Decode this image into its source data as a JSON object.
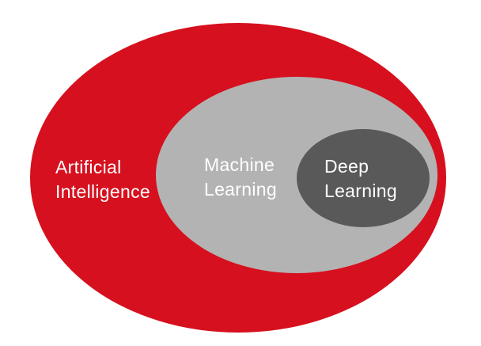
{
  "diagram": {
    "type": "nested-euler",
    "background_color": "#ffffff",
    "text_color": "#ffffff",
    "sets": {
      "ai": {
        "name": "Artificial Intelligence",
        "line1": "Artificial",
        "line2": "Intelligence",
        "color": "#d6101e",
        "contains": "ml"
      },
      "ml": {
        "name": "Machine Learning",
        "line1": "Machine",
        "line2": "Learning",
        "color": "#b3b3b3",
        "contains": "dl"
      },
      "dl": {
        "name": "Deep Learning",
        "line1": "Deep",
        "line2": "Learning",
        "color": "#595959",
        "contains": null
      }
    }
  }
}
